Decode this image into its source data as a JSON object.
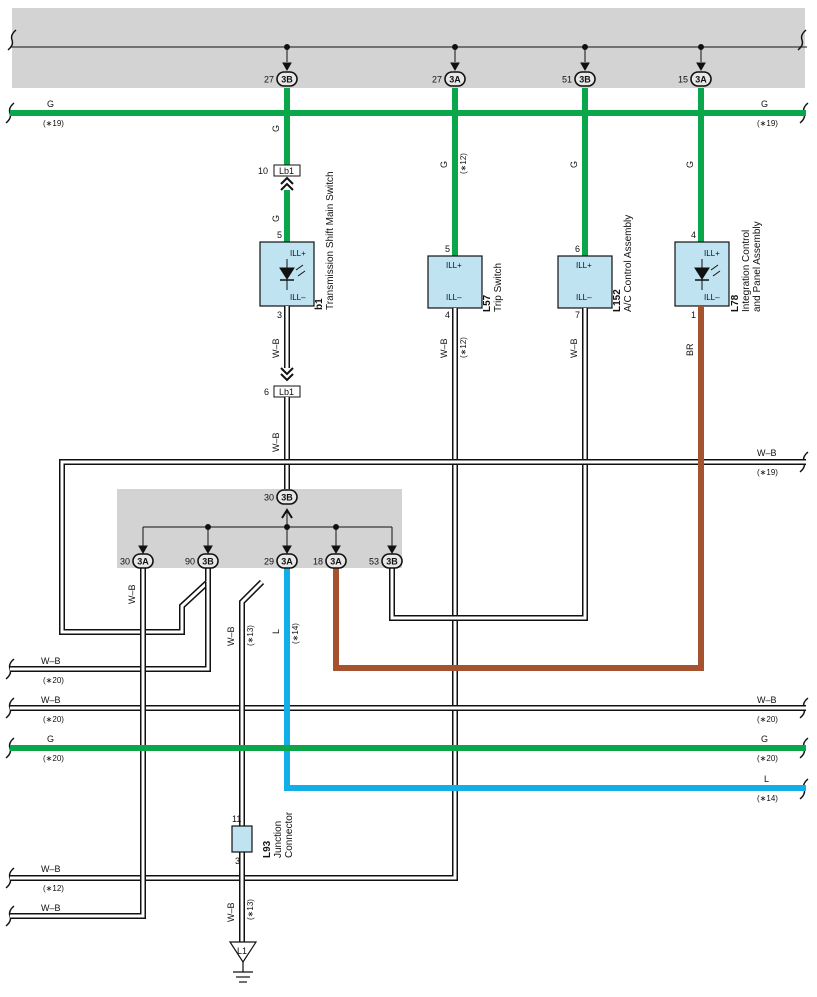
{
  "colors": {
    "green": "#0aa64a",
    "blue": "#12aee8",
    "brown": "#a4532e",
    "junction_fill": "#bfe3f1",
    "grey_box": "#d3d3d3"
  },
  "top_connectors": [
    {
      "pin": "27",
      "label": "3B"
    },
    {
      "pin": "27",
      "label": "3A"
    },
    {
      "pin": "51",
      "label": "3B"
    },
    {
      "pin": "15",
      "label": "3A"
    }
  ],
  "mid_connector": {
    "pin": "30",
    "label": "3B"
  },
  "lower_connectors": [
    {
      "pin": "30",
      "label": "3A"
    },
    {
      "pin": "90",
      "label": "3B"
    },
    {
      "pin": "29",
      "label": "3A"
    },
    {
      "pin": "18",
      "label": "3A"
    },
    {
      "pin": "53",
      "label": "3B"
    }
  ],
  "lb1_connectors": [
    {
      "pin": "10",
      "label": "Lb1"
    },
    {
      "pin": "6",
      "label": "Lb1"
    }
  ],
  "components": [
    {
      "code": "b1",
      "name": "Transmission Shift Main Switch",
      "pin_top": "5",
      "pin_bottom": "3",
      "ill_plus": "ILL+",
      "ill_minus": "ILL–"
    },
    {
      "code": "L57",
      "name": "Trip Switch",
      "pin_top": "5",
      "pin_bottom": "4",
      "ill_plus": "ILL+",
      "ill_minus": "ILL–"
    },
    {
      "code": "L152",
      "name": "A/C Control Assembly",
      "pin_top": "6",
      "pin_bottom": "7",
      "ill_plus": "ILL+",
      "ill_minus": "ILL–"
    },
    {
      "code": "L78",
      "name_line1": "Integration Control",
      "name_line2": "and Panel Assembly",
      "pin_top": "4",
      "pin_bottom": "1",
      "ill_plus": "ILL+",
      "ill_minus": "ILL–"
    }
  ],
  "junction": {
    "code": "L93",
    "name_line1": "Junction",
    "name_line2": "Connector",
    "pin_top": "11",
    "pin_bottom": "3"
  },
  "ground": {
    "label": "L1"
  },
  "wire_labels": {
    "g": "G",
    "wb": "W–B",
    "br": "BR",
    "l": "L",
    "ref12": "(∗12)",
    "ref13": "(∗13)",
    "ref14": "(∗14)",
    "ref19": "(∗19)",
    "ref20": "(∗20)"
  }
}
